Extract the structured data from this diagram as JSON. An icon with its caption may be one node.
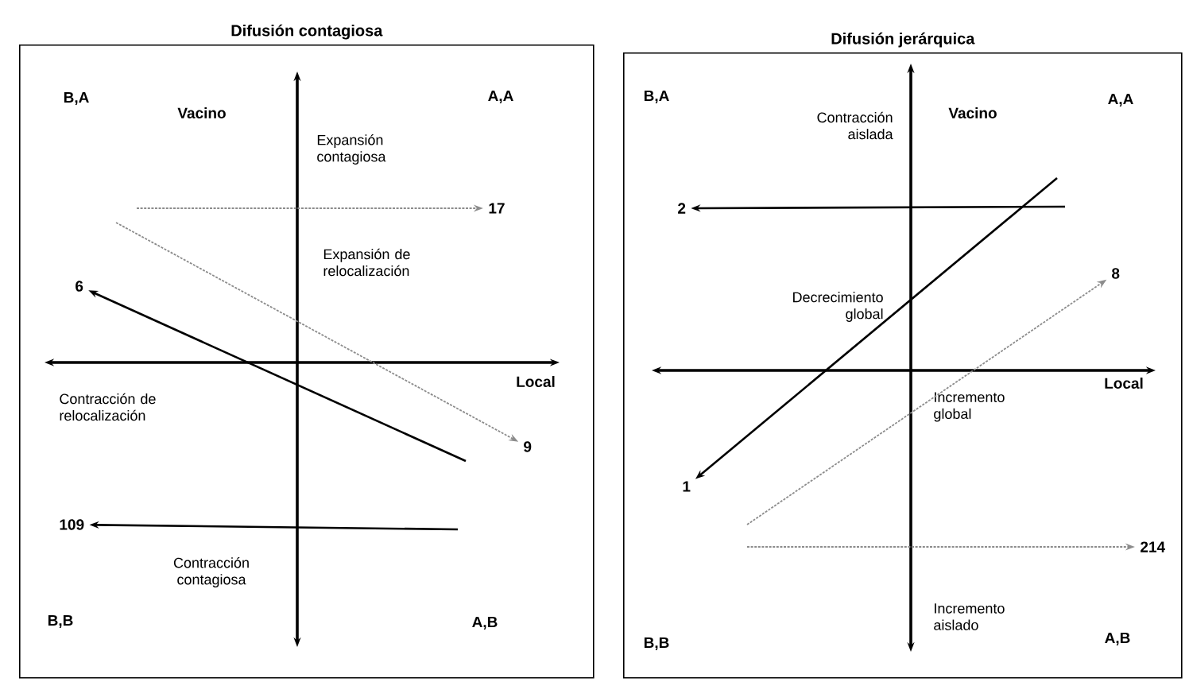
{
  "diagram": {
    "nodes": [
      {
        "text": [
          "Difusión contagiosa"
        ]
      },
      {
        "text": [
          "17"
        ],
        "in": 0
      },
      {
        "text": [
          "6"
        ],
        "in": 0
      },
      {
        "text": [
          "9"
        ],
        "in": 0
      },
      {
        "text": [
          "109"
        ],
        "in": 0
      },
      {
        "text": [
          "Difusión jerárquica"
        ]
      },
      {
        "text": [
          "2"
        ],
        "in": 5
      },
      {
        "text": [
          "8"
        ],
        "in": 5
      },
      {
        "text": [
          "1"
        ],
        "in": 5
      },
      {
        "text": [
          "214"
        ],
        "in": 5
      }
    ],
    "edges": [
      {
        "from": null,
        "to": 1,
        "arrow": "to",
        "style": "dashed",
        "color": "#8c8c8c"
      },
      {
        "from": null,
        "to": 2,
        "arrow": "to",
        "color": "#000000"
      },
      {
        "from": null,
        "to": 3,
        "arrow": "to",
        "style": "dashed",
        "color": "#8c8c8c"
      },
      {
        "from": null,
        "to": 4,
        "arrow": "to",
        "color": "#000000"
      },
      {
        "from": null,
        "to": 6,
        "arrow": "to",
        "color": "#000000"
      },
      {
        "from": null,
        "to": 7,
        "arrow": "to",
        "style": "dashed",
        "color": "#8c8c8c"
      },
      {
        "from": null,
        "to": 8,
        "arrow": "to",
        "color": "#000000"
      },
      {
        "from": null,
        "to": 9,
        "arrow": "to",
        "style": "dashed",
        "color": "#8c8c8c"
      }
    ],
    "labels": [
      "B,A",
      "A,A",
      "Vacino",
      "Expansión contagiosa",
      "Expansión de relocalización",
      "Local",
      "Contracción de relocalización",
      "Contracción contagiosa",
      "B,B",
      "A,B",
      "B,A",
      "Vacino",
      "A,A",
      "Contracción aislada",
      "Decrecimiento global",
      "Local",
      "Incremento global",
      "Incremento aislado",
      "B,B",
      "A,B"
    ]
  }
}
